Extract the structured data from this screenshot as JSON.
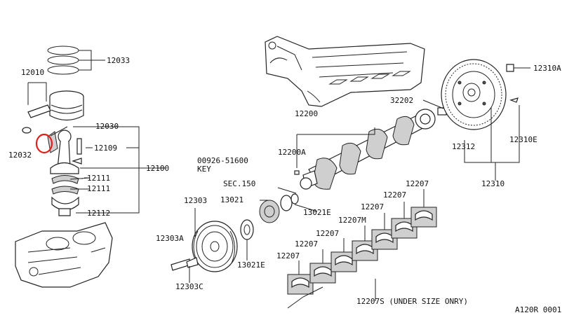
{
  "labels": {
    "p12033": "12033",
    "p12010": "12010",
    "p12030": "12030",
    "p12032": "12032",
    "p12109": "12109",
    "p12100": "12100",
    "p12111a": "12111",
    "p12111b": "12111",
    "p12112": "12112",
    "p12200": "12200",
    "p12200A": "12200A",
    "p00926": "00926-51600",
    "key": "KEY",
    "sec150": "SEC.150",
    "p13021": "13021",
    "p13021E_a": "13021E",
    "p13021E_b": "13021E",
    "p12303": "12303",
    "p12303A": "12303A",
    "p12303C": "12303C",
    "p32202": "32202",
    "p12310A": "12310A",
    "p12310E": "12310E",
    "p12312": "12312",
    "p12310": "12310",
    "p12207_1": "12207",
    "p12207_2": "12207",
    "p12207_3": "12207",
    "p12207_4": "12207",
    "p12207_5": "12207",
    "p12207_6": "12207",
    "p12207M": "12207M",
    "p12207S": "12207S (UNDER SIZE ONRY)",
    "diagramCode": "A120R 0001"
  },
  "colors": {
    "highlight": "#e0201c",
    "line": "#222222"
  }
}
